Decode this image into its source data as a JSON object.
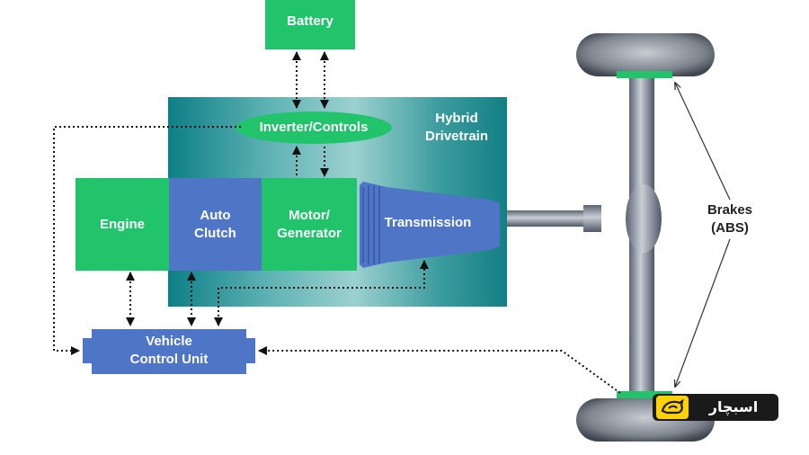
{
  "diagram": {
    "battery": "Battery",
    "inverter": "Inverter/Controls",
    "hybrid_drivetrain": "Hybrid\nDrivetrain",
    "engine": "Engine",
    "auto_clutch": "Auto\nClutch",
    "motor_generator": "Motor/\nGenerator",
    "transmission": "Transmission",
    "vehicle_control_unit": "Vehicle\nControl Unit",
    "brakes": "Brakes\n(ABS)"
  },
  "colors": {
    "green": "#21c36b",
    "blue": "#4f75c6",
    "teal": "#1a8f90",
    "axle": "#7c8592"
  },
  "watermark": {
    "text": "اسبچار",
    "icon": "horse-logo-icon"
  }
}
